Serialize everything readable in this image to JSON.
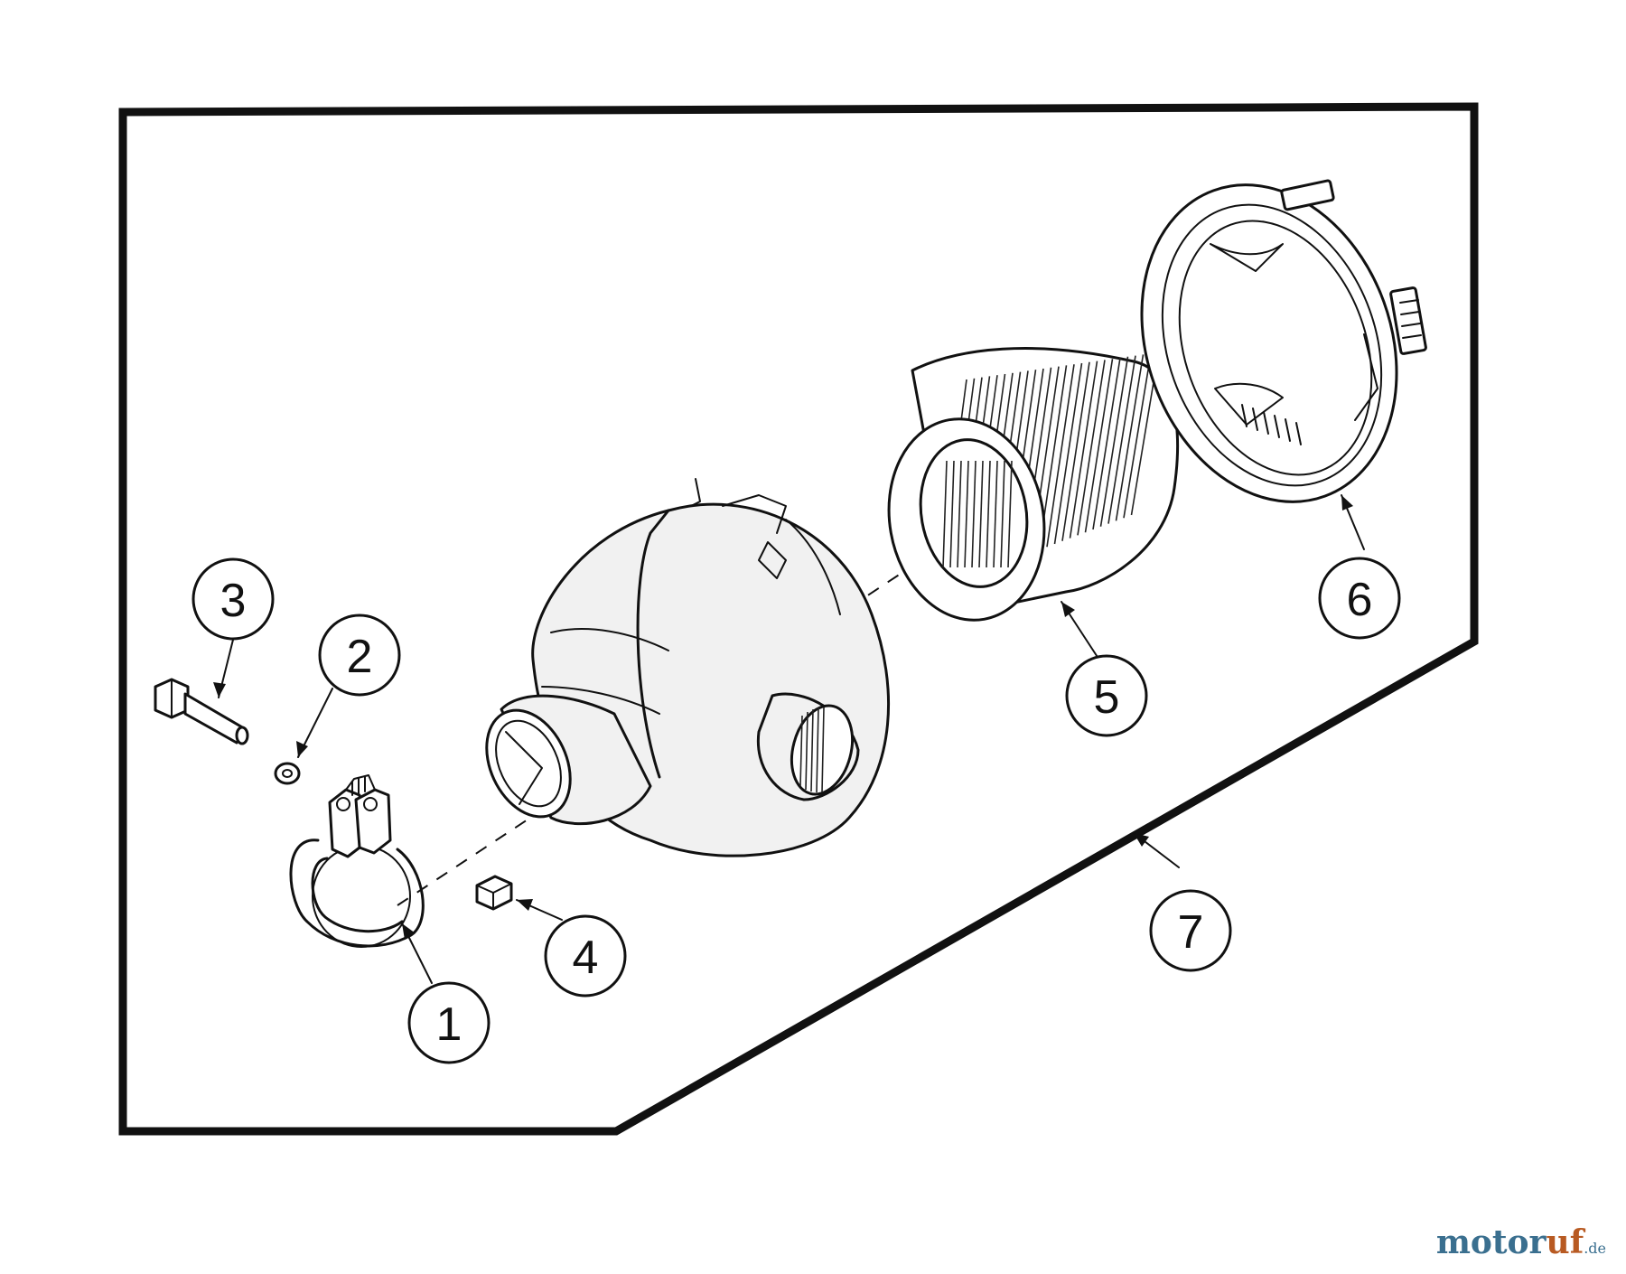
{
  "callouts": [
    {
      "id": "1",
      "label": "1"
    },
    {
      "id": "2",
      "label": "2"
    },
    {
      "id": "3",
      "label": "3"
    },
    {
      "id": "4",
      "label": "4"
    },
    {
      "id": "5",
      "label": "5"
    },
    {
      "id": "6",
      "label": "6"
    },
    {
      "id": "7",
      "label": "7"
    }
  ],
  "watermark": {
    "main": "motor",
    "accent": "uf",
    "tld": ".de"
  },
  "colors": {
    "ink": "#111111",
    "watermark_main": "#3a6f8f",
    "watermark_accent": "#b85a22"
  }
}
